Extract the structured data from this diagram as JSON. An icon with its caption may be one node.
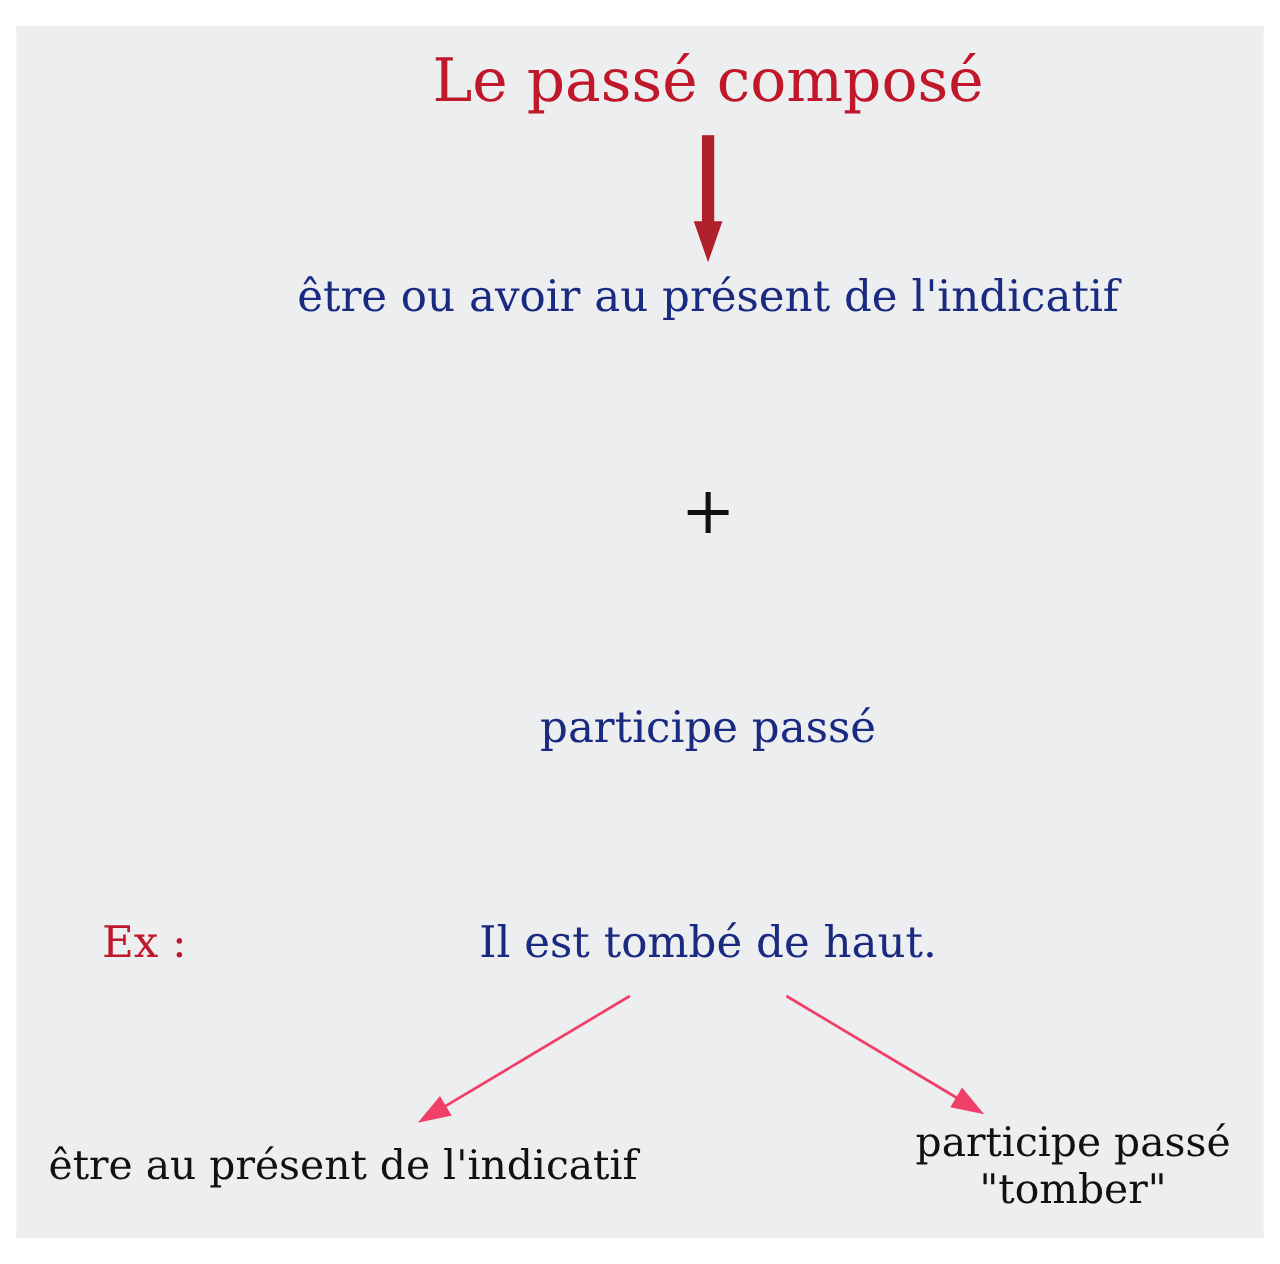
{
  "diagram": {
    "nodes": [
      {
        "text": [
          "Le passé composé"
        ]
      },
      {
        "text": [
          "être ou avoir au présent de l'indicatif"
        ]
      },
      {
        "text": [
          "participe passé"
        ]
      },
      {
        "text": [
          "Il est tombé de haut."
        ]
      },
      {
        "text": [
          "être au présent de l'indicatif"
        ]
      },
      {
        "text": [
          "participe passé",
          "\"tomber\""
        ]
      }
    ],
    "edges": [
      {
        "from": 0,
        "to": 1,
        "arrow": "to",
        "style": "thick",
        "color": "#b0202a"
      },
      {
        "from": 3,
        "to": 4,
        "arrow": "to",
        "color": "#f0406a"
      },
      {
        "from": 3,
        "to": 5,
        "arrow": "to",
        "color": "#f0406a"
      }
    ],
    "labels": [
      "+",
      "Ex :"
    ]
  }
}
